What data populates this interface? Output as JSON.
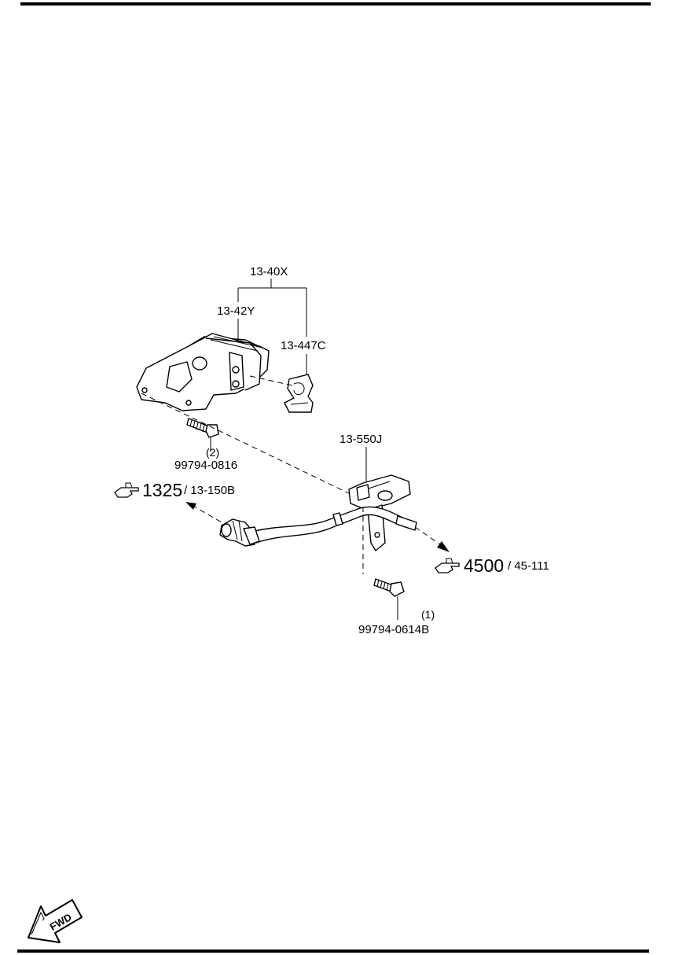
{
  "parts": {
    "assembly": "13-40X",
    "bracket": "13-42Y",
    "clip": "13-447C",
    "pipe": "13-550J"
  },
  "bolts": {
    "upper": {
      "number": "99794-0816",
      "qty": "(2)"
    },
    "lower": {
      "number": "99794-0614B",
      "qty": "(1)"
    }
  },
  "refs": {
    "left": {
      "page": "1325",
      "code": "/ 13-150B"
    },
    "right": {
      "page": "4500",
      "code": "/ 45-111"
    }
  },
  "fwd_label": "FWD",
  "colors": {
    "ink": "#000000",
    "paper": "#ffffff"
  },
  "icons": [
    "pointing-hand-icon",
    "fwd-arrow-icon"
  ]
}
